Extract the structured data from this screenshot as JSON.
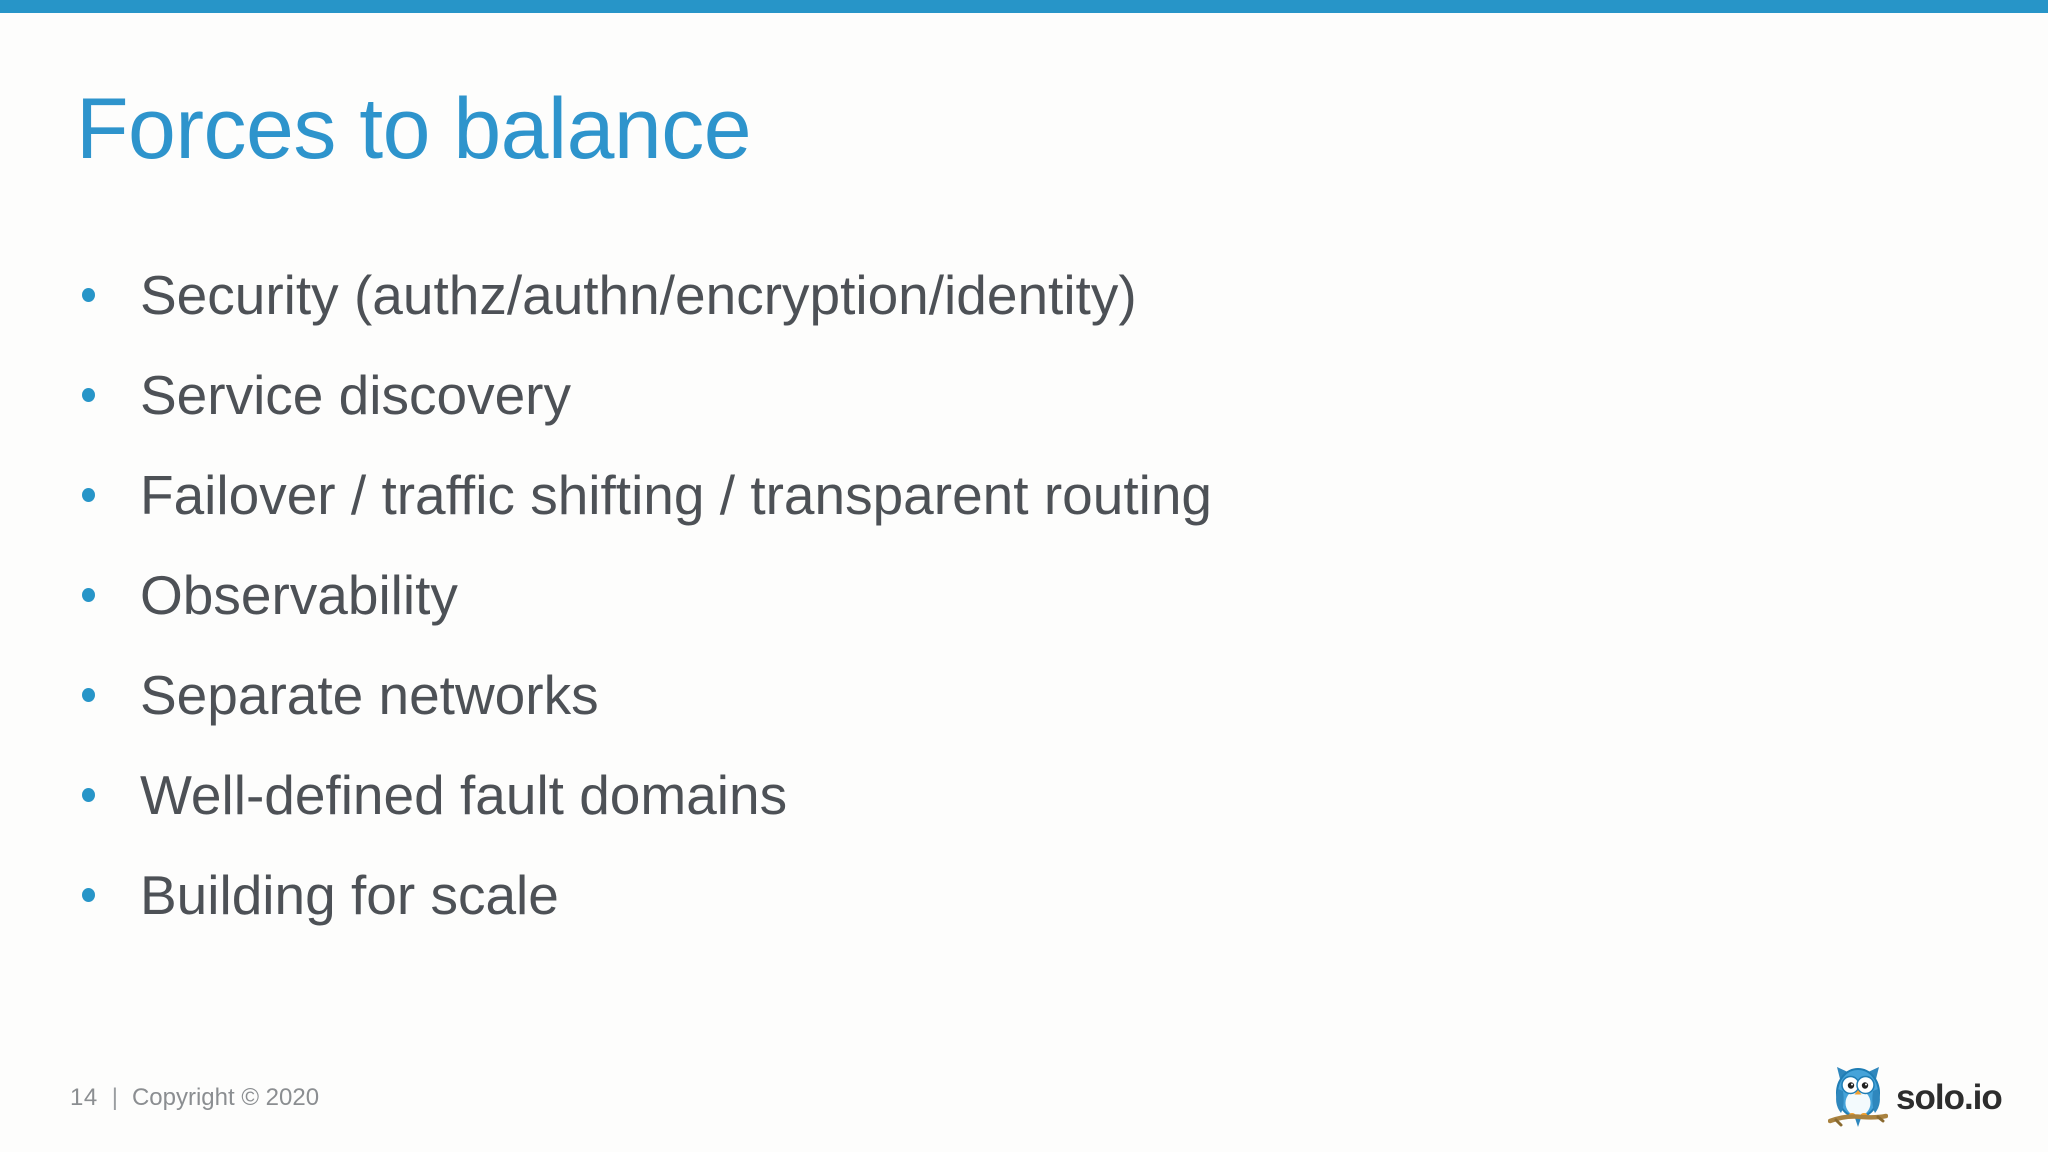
{
  "slide": {
    "title": "Forces to balance",
    "bullets": [
      "Security (authz/authn/encryption/identity)",
      "Service discovery",
      "Failover / traffic shifting / transparent routing",
      "Observability",
      "Separate networks",
      "Well-defined fault domains",
      "Building for scale"
    ],
    "footer": {
      "page_number": "14",
      "separator": "|",
      "copyright": "Copyright © 2020"
    },
    "logo": {
      "text": "solo.io",
      "icon": "owl-on-branch-icon"
    },
    "colors": {
      "accent_blue": "#2795c8",
      "title_blue": "#2e94cc",
      "body_text": "#4d5156",
      "footer_gray": "#8b8e91",
      "logo_dark": "#2d2d2d",
      "background": "#fdfdfc"
    }
  }
}
